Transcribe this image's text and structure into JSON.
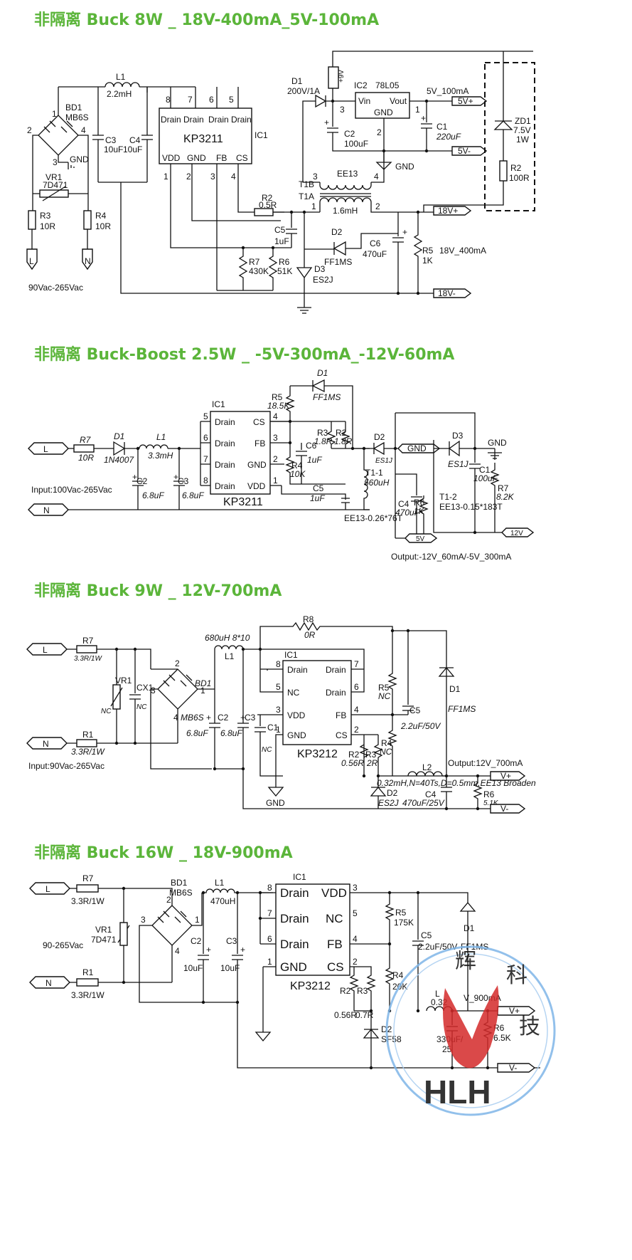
{
  "titles": [
    "非隔离 Buck 8W _ 18V-400mA_5V-100mA",
    "非隔离 Buck-Boost 2.5W _ -5V-300mA_-12V-60mA",
    "非隔离 Buck 9W _ 12V-700mA",
    "非隔离 Buck 16W _ 18V-900mA"
  ],
  "c1": {
    "L1": "L1",
    "L1v": "2.2mH",
    "BD1": "BD1",
    "BD1v": "MB6S",
    "pin1": "1",
    "pin2": "2",
    "pin3": "3",
    "pin4": "4",
    "pin5": "5",
    "pin6": "6",
    "pin7": "7",
    "pin8": "8",
    "C3": "C3",
    "C3v": "10uF",
    "C4": "C4",
    "C4v": "10uF",
    "drain": "Drain",
    "ic": "KP3211",
    "icref": "IC1",
    "vdd": "VDD",
    "gnd": "GND",
    "fb": "FB",
    "cs": "CS",
    "VR1": "VR1",
    "VR1v": "7D471",
    "R3": "R3",
    "R3v": "10R",
    "R4": "R4",
    "R4v": "10R",
    "L": "L",
    "N": "N",
    "input": "90Vac-265Vac",
    "D1": "D1",
    "D1v": "200V/1A",
    "nine": "+9V",
    "IC2": "IC2",
    "IC2v": "78L05",
    "vin": "Vin",
    "vout": "Vout",
    "out5": "5V_100mA",
    "p5": "5V+",
    "m5": "5V-",
    "C1": "C1",
    "C1v": "220uF",
    "C2": "C2",
    "C2v": "100uF",
    "ZD1": "ZD1",
    "ZD1v": "7.5V",
    "ZD1w": "1W",
    "R2": "R2",
    "R2v": "100R",
    "EE13": "EE13",
    "T1B": "T1B",
    "T1A": "T1A",
    "Tv": "1.6mH",
    "R2b": "R2",
    "R2bv": "0.5R",
    "C5": "C5",
    "C5v": "1uF",
    "D2": "D2",
    "D2v": "FF1MS",
    "C6": "C6",
    "C6v": "470uF",
    "R5": "R5",
    "R5v": "1K",
    "out18": "18V_400mA",
    "p18": "18V+",
    "m18": "18V-",
    "R7": "R7",
    "R7v": "430K",
    "R6": "R6",
    "R6v": "51K",
    "D3": "D3",
    "D3v": "ES2J"
  },
  "c2": {
    "D1": "D1",
    "D1v": "FF1MS",
    "R5": "R5",
    "R5v": "18.5K",
    "IC1": "IC1",
    "drain": "Drain",
    "cs": "CS",
    "fb": "FB",
    "gnd": "GND",
    "vdd": "VDD",
    "ic": "KP3211",
    "p1": "1",
    "p2": "2",
    "p3": "3",
    "p4": "4",
    "p5": "5",
    "p6": "6",
    "p7": "7",
    "p8": "8",
    "R3": "R3",
    "R3v": "1.8R",
    "R2": "R2",
    "R2v": "1.8R",
    "C6": "C6",
    "C6v": "1uF",
    "R4": "R4",
    "R4v": "10K",
    "C5": "C5",
    "C5v": "1uF",
    "L": "L",
    "N": "N",
    "R7": "R7",
    "R7v": "10R",
    "D1b": "D1",
    "D1bv": "1N4007",
    "L1": "L1",
    "L1v": "3.3mH",
    "C2": "C2",
    "C2v": "6.8uF",
    "C3": "C3",
    "C3v": "6.8uF",
    "input": "Input:100Vac-265Vac",
    "D2": "D2",
    "D2v": "ES1J",
    "gndflag": "GND",
    "T11": "T1-1",
    "T11v": "560uH",
    "C4": "C4",
    "C4v": "470uF",
    "R6": "R6",
    "R6v": "1K",
    "ee": "EE13-0.26*76T",
    "f5v": "5V",
    "D3": "D3",
    "D3v": "ES1J",
    "gndtop": "GND",
    "C1": "C1",
    "C1v": "100uF",
    "R7b": "R7",
    "R7bv": "8.2K",
    "T12": "T1-2",
    "T12v": "EE13-0.15*183T",
    "f12": "12V",
    "output": "Output:-12V_60mA/-5V_300mA"
  },
  "c3": {
    "R8": "R8",
    "R8v": "0R",
    "L1v": "680uH 8*10",
    "L1": "L1",
    "R7": "R7",
    "R7v": "3.3R/1W",
    "R1": "R1",
    "R1v": "3.3R/1W",
    "L": "L",
    "N": "N",
    "VR1": "VR1",
    "VR1v": "NC",
    "CX1": "CX1",
    "CX1v": "NC",
    "BD1": "BD1",
    "BD1v": "MB6S",
    "C2": "C2",
    "C2v": "6.8uF",
    "C3": "C3",
    "C3v": "6.8uF",
    "IC1": "IC1",
    "drain": "Drain",
    "nc": "NC",
    "vdd": "VDD",
    "gnd": "GND",
    "fb": "FB",
    "cs": "CS",
    "ic": "KP3212",
    "p1": "1",
    "p2": "2",
    "p3": "3",
    "p4": "4",
    "p5": "5",
    "p6": "6",
    "p7": "7",
    "p8": "8",
    "C1": "C1",
    "C1v": "NC",
    "R5": "R5",
    "R5v": "NC",
    "C5": "C5",
    "C5v": "2.2uF/50V",
    "D1": "D1",
    "D1v": "FF1MS",
    "R4": "R4",
    "R4v": "NC",
    "R2": "R2",
    "R2v": "0.56R",
    "R3": "R3",
    "R3v": "2R",
    "L2": "L2",
    "L2v": "0.32mH,N=40Ts,D=0.5mm,EE13 Broaden",
    "D2": "D2",
    "D2v": "ES2J",
    "C4": "C4",
    "C4v": "470uF/25V",
    "R6": "R6",
    "R6v": "5.1K",
    "output": "Output:12V_700mA",
    "vp": "V+",
    "vm": "V-",
    "input": "Input:90Vac-265Vac",
    "gndl": "GND"
  },
  "c4": {
    "L": "L",
    "N": "N",
    "R7": "R7",
    "R7v": "3.3R/1W",
    "R1": "R1",
    "R1v": "3.3R/1W",
    "input": "90-265Vac",
    "VR1": "VR1",
    "VR1v": "7D471",
    "BD1": "BD1",
    "BD1v": "MB6S",
    "L1": "L1",
    "L1v": "470uH",
    "C2": "C2",
    "C2v": "10uF",
    "C3": "C3",
    "C3v": "10uF",
    "IC1": "IC1",
    "drain": "Drain",
    "vdd": "VDD",
    "nc": "NC",
    "fb": "FB",
    "gnd": "GND",
    "cs": "CS",
    "ic": "KP3212",
    "p1": "1",
    "p2": "2",
    "p3": "3",
    "p4": "4",
    "p5": "5",
    "p6": "6",
    "p7": "7",
    "p8": "8",
    "R5": "R5",
    "R5v": "175K",
    "C5": "C5",
    "C5v": "2.2uF/50V",
    "D1": "D1",
    "D1v": "FF1MS",
    "R2": "R2",
    "R2v": "0.56R",
    "R3": "R3",
    "R3v": "0.7R",
    "R4": "R4",
    "R4v": "20K",
    "L2": "L",
    "L2v": "0.32",
    "out": "V_900mA",
    "C4v": "330uF/",
    "C4s": "25",
    "R6": "R6",
    "R6v": "6.5K",
    "D2": "D2",
    "D2v": "SF58",
    "vp": "V+",
    "vm": "V-"
  },
  "seal": {
    "chars": [
      "辉",
      "科",
      "技"
    ],
    "brand": "HLH"
  }
}
